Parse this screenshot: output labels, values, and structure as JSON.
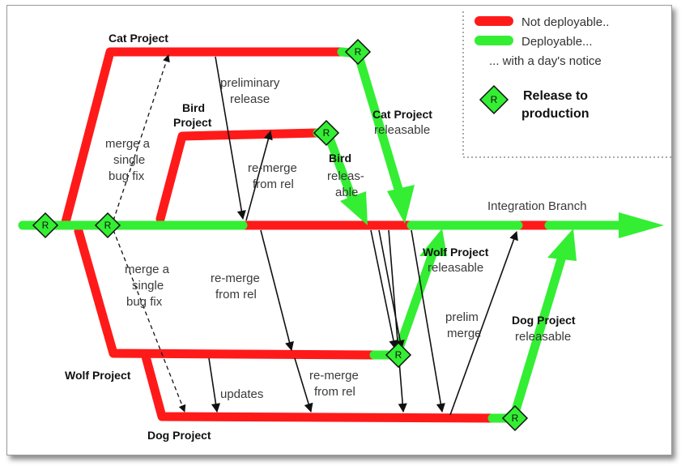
{
  "colors": {
    "not_deployable": "#ff1a1a",
    "deployable": "#33ee33",
    "arrow": "#111111"
  },
  "legend": {
    "not_deployable": "Not deployable..",
    "deployable": "Deployable...",
    "notice": "... with a day's notice",
    "release_line1": "Release to",
    "release_line2": "production",
    "release_icon": "release-diamond-icon"
  },
  "release_marker": "R",
  "branches": {
    "integration": "Integration Branch",
    "cat": "Cat Project",
    "bird_line1": "Bird",
    "bird_line2": "Project",
    "wolf": "Wolf Project",
    "dog": "Dog Project"
  },
  "annotations": {
    "preliminary_release_1": "preliminary",
    "preliminary_release_2": "release",
    "cat_releasable_1": "Cat Project",
    "cat_releasable_2": "releasable",
    "bird_releasable_1": "Bird",
    "bird_releasable_2": "releas-",
    "bird_releasable_3": "able",
    "remerge_top_1": "re-merge",
    "remerge_top_2": "from rel",
    "merge_top_1": "merge a",
    "merge_top_2": "single",
    "merge_top_3": "bug  fix",
    "merge_bot_1": "merge a",
    "merge_bot_2": "single",
    "merge_bot_3": "bug  fix",
    "remerge_mid_1": "re-merge",
    "remerge_mid_2": "from rel",
    "wolf_releasable_1": "Wolf Project",
    "wolf_releasable_2": "releasable",
    "prelim_merge_1": "prelim",
    "prelim_merge_2": "merge",
    "dog_releasable_1": "Dog Project",
    "dog_releasable_2": "releasable",
    "updates": "updates",
    "remerge_bot_1": "re-merge",
    "remerge_bot_2": "from rel"
  }
}
